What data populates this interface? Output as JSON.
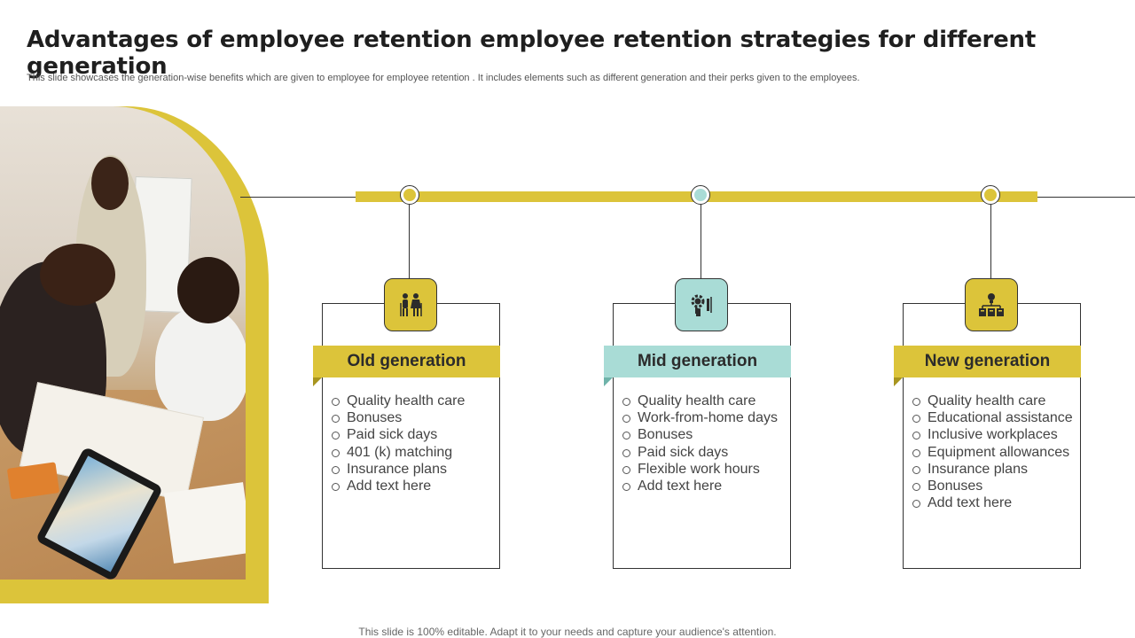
{
  "title": "Advantages of employee retention employee retention strategies for different generation",
  "subtitle": "This slide showcases the generation-wise benefits which are given to employee for employee retention . It includes elements such as different generation and their perks given to the employees.",
  "colors": {
    "accent_yellow": "#dcc43a",
    "accent_teal": "#a9dcd6"
  },
  "generations": [
    {
      "label": "Old generation",
      "icon": "elderly-couple-icon",
      "items": [
        "Quality health care",
        "Bonuses",
        "Paid sick days",
        "401 (k) matching",
        "Insurance plans",
        "Add text here"
      ]
    },
    {
      "label": "Mid generation",
      "icon": "gear-lightbulb-icon",
      "items": [
        "Quality health care",
        "Work-from-home days",
        "Bonuses",
        "Paid sick days",
        "Flexible work hours",
        "Add text here"
      ]
    },
    {
      "label": "New generation",
      "icon": "idea-network-icon",
      "items": [
        "Quality health care",
        "Educational assistance",
        "Inclusive workplaces",
        "Equipment allowances",
        "Insurance plans",
        "Bonuses",
        "Add text here"
      ]
    }
  ],
  "footer": "This slide is 100% editable. Adapt it to your needs and capture your audience's attention."
}
